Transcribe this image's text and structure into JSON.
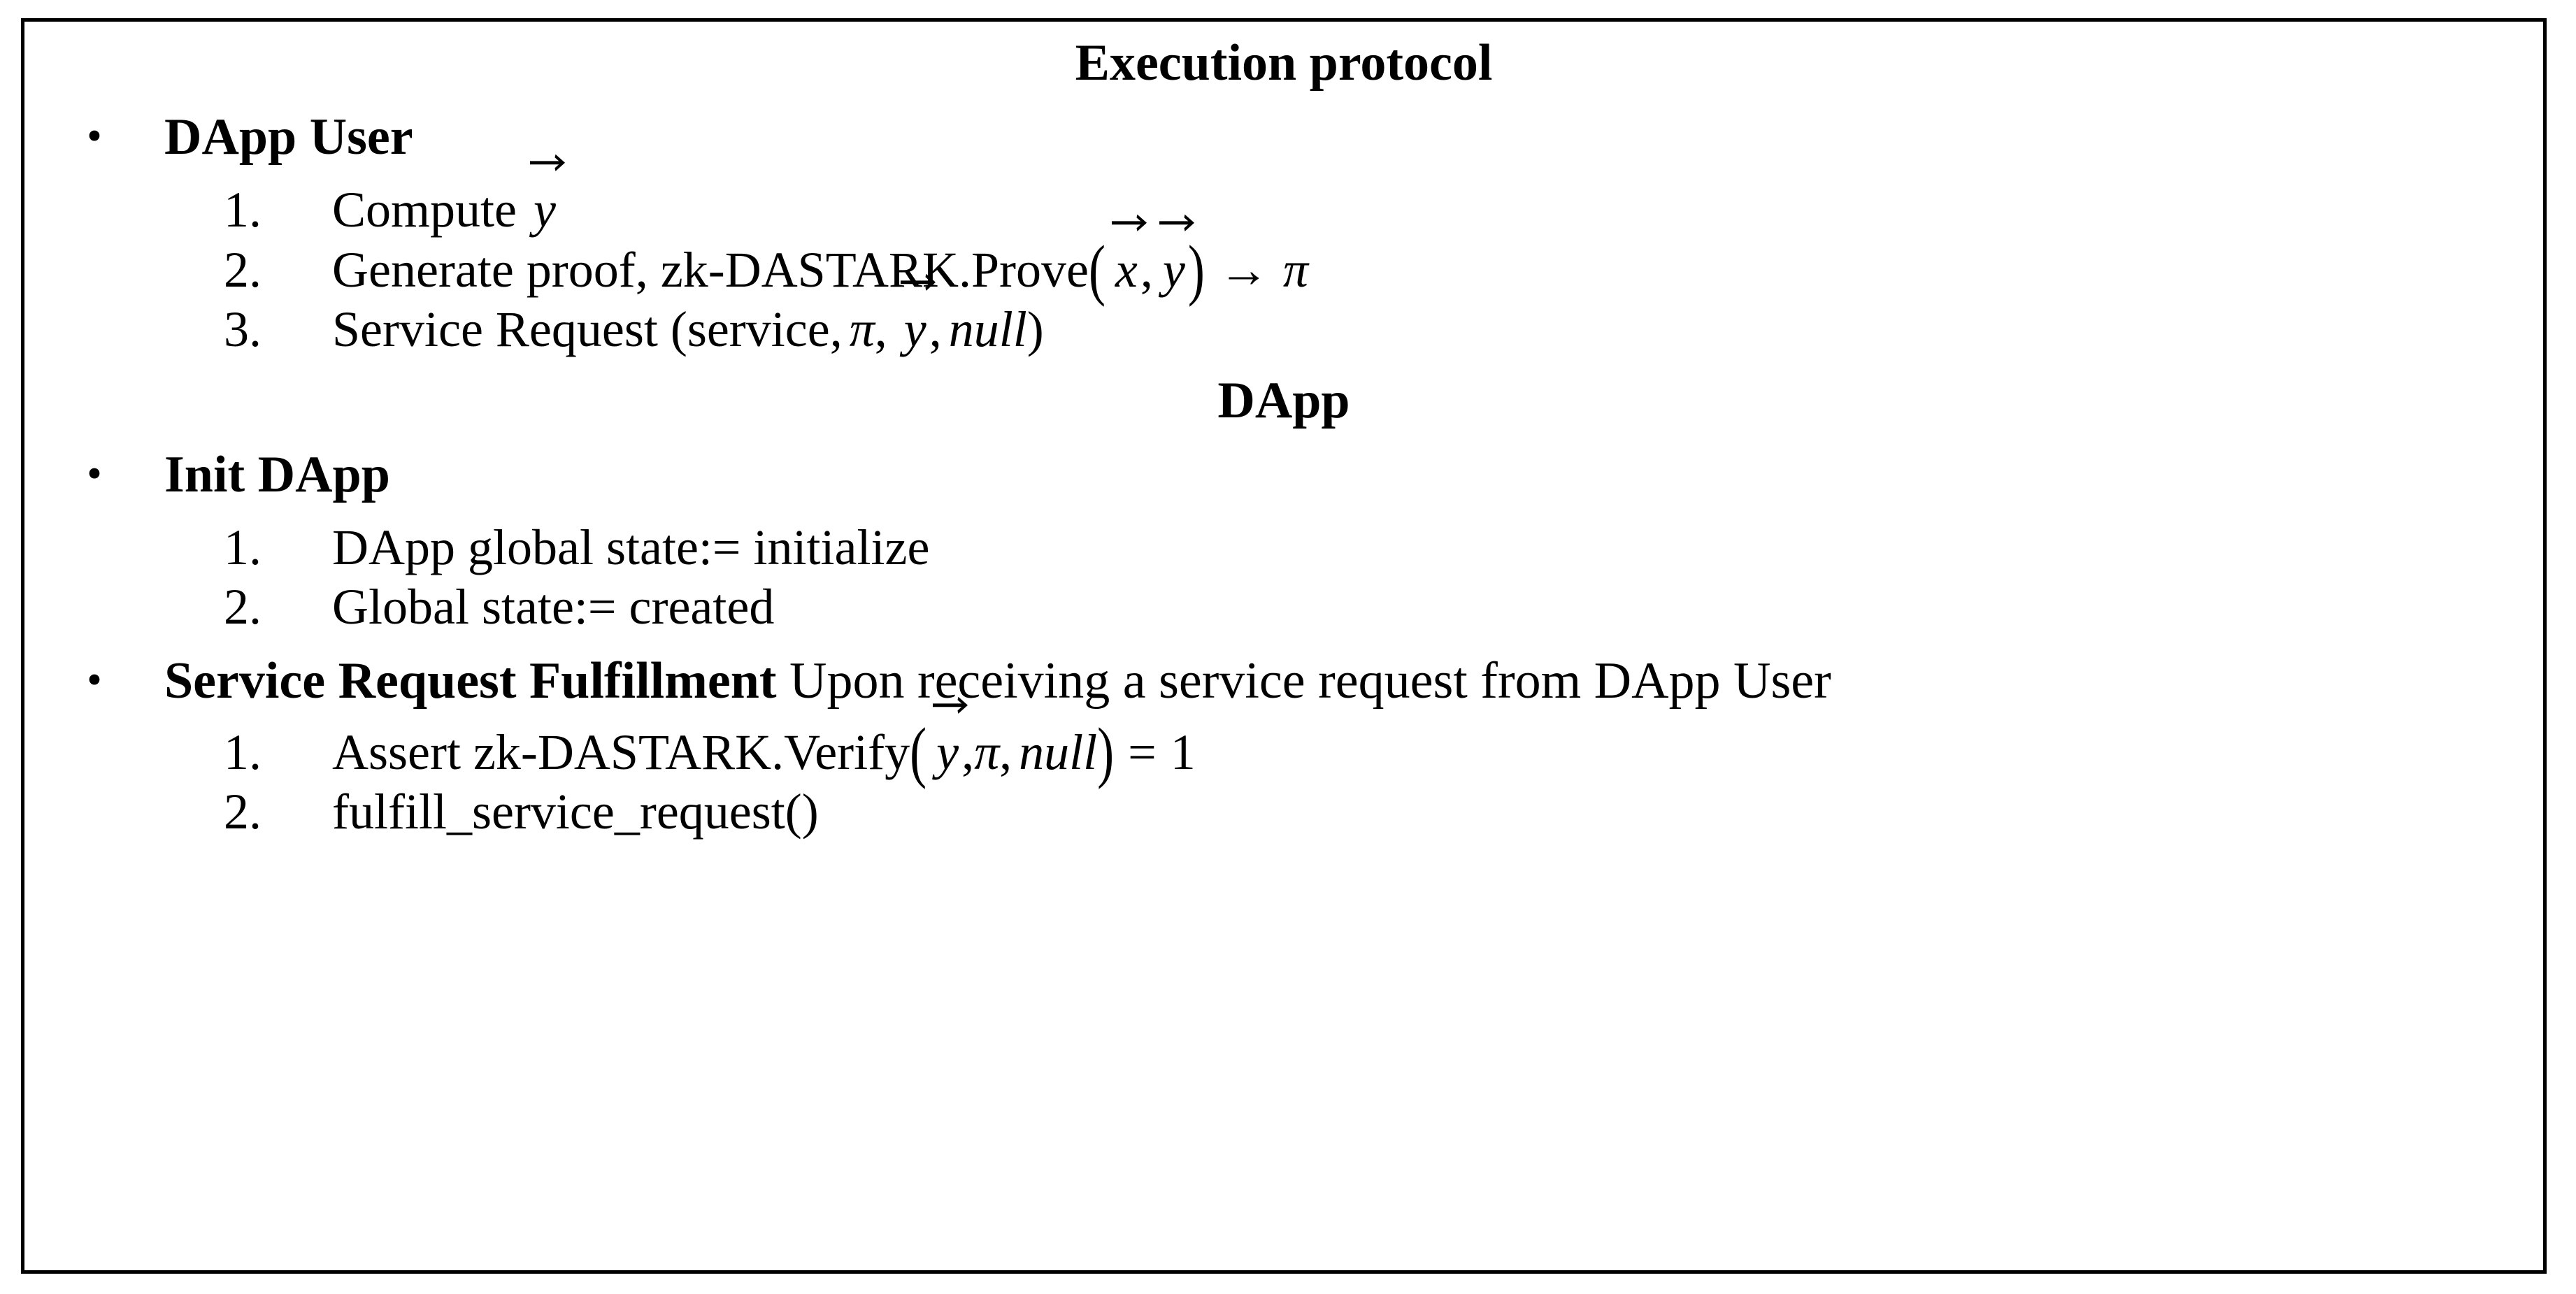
{
  "figure": {
    "kind": "protocol-pseudocode-box",
    "border_color": "#000000",
    "background_color": "#ffffff",
    "text_color": "#000000"
  },
  "headings": {
    "execution_protocol": "Execution protocol",
    "dapp": "DApp"
  },
  "symbols": {
    "bullet": "•",
    "pi": "π",
    "maps_to_arrow": "→",
    "vector_arrow": "→",
    "equals": "=",
    "assign": ":=",
    "open_paren": "(",
    "close_paren": ")",
    "comma": ","
  },
  "sections": [
    {
      "id": "dapp-user",
      "bullet_label": "DApp User",
      "bullet_trailing": "",
      "items": [
        {
          "number": "1.",
          "plain_text": "Compute y⃗",
          "parts": [
            {
              "type": "text",
              "value": "Compute"
            },
            {
              "type": "space"
            },
            {
              "type": "vector",
              "value": "y"
            }
          ]
        },
        {
          "number": "2.",
          "plain_text": "Generate proof, zk-DASTARK.Prove( x⃗ , y⃗ ) → π",
          "parts": [
            {
              "type": "text",
              "value": "Generate proof, zk-DASTARK.Prove"
            },
            {
              "type": "paren",
              "value": "("
            },
            {
              "type": "space"
            },
            {
              "type": "vector",
              "value": "x"
            },
            {
              "type": "text",
              "value": ","
            },
            {
              "type": "space"
            },
            {
              "type": "vector",
              "value": "y"
            },
            {
              "type": "space"
            },
            {
              "type": "paren",
              "value": ")"
            },
            {
              "type": "space"
            },
            {
              "type": "arrow",
              "value": "→"
            },
            {
              "type": "space"
            },
            {
              "type": "greek",
              "value": "π"
            }
          ]
        },
        {
          "number": "3.",
          "plain_text": "Service Request (service, π, y⃗ , null)",
          "parts": [
            {
              "type": "text",
              "value": "Service Request (service,"
            },
            {
              "type": "space"
            },
            {
              "type": "greek",
              "value": "π"
            },
            {
              "type": "text",
              "value": ","
            },
            {
              "type": "space"
            },
            {
              "type": "vector",
              "value": "y"
            },
            {
              "type": "text",
              "value": ","
            },
            {
              "type": "space"
            },
            {
              "type": "italic",
              "value": "null"
            },
            {
              "type": "text",
              "value": ")"
            }
          ]
        }
      ]
    },
    {
      "id": "init-dapp",
      "bullet_label": "Init DApp",
      "bullet_trailing": "",
      "items": [
        {
          "number": "1.",
          "plain_text": "DApp global state:= initialize",
          "parts": [
            {
              "type": "text",
              "value": "DApp global state:= initialize"
            }
          ]
        },
        {
          "number": "2.",
          "plain_text": "Global state:= created",
          "parts": [
            {
              "type": "text",
              "value": "Global state:= created"
            }
          ]
        }
      ]
    },
    {
      "id": "service-request-fulfillment",
      "bullet_label": "Service Request Fulfillment",
      "bullet_trailing": "  Upon receiving a service request from DApp User",
      "items": [
        {
          "number": "1.",
          "plain_text": "Assert zk-DASTARK.Verify( y⃗ , π, null) = 1",
          "parts": [
            {
              "type": "text",
              "value": "Assert zk-DASTARK.Verify"
            },
            {
              "type": "paren",
              "value": "("
            },
            {
              "type": "space"
            },
            {
              "type": "vector",
              "value": "y"
            },
            {
              "type": "text",
              "value": ","
            },
            {
              "type": "greek",
              "value": "π"
            },
            {
              "type": "text",
              "value": ","
            },
            {
              "type": "italic",
              "value": "null"
            },
            {
              "type": "paren",
              "value": ")"
            },
            {
              "type": "space"
            },
            {
              "type": "text",
              "value": "="
            },
            {
              "type": "space"
            },
            {
              "type": "text",
              "value": "1"
            }
          ]
        },
        {
          "number": "2.",
          "plain_text": "fulfill_service_request()",
          "parts": [
            {
              "type": "text",
              "value": "fulfill_service_request()"
            }
          ]
        }
      ]
    }
  ]
}
